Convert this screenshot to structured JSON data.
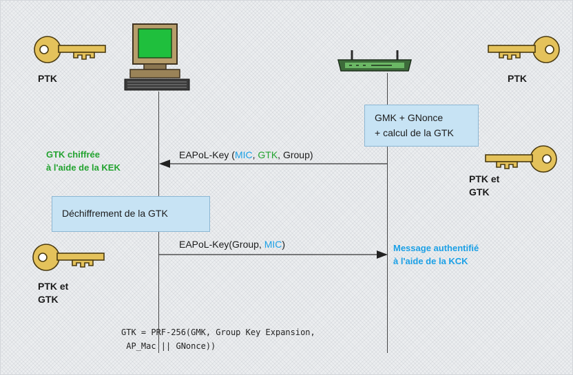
{
  "colors": {
    "green": "#22a32f",
    "blue": "#1ba0e6",
    "box_fill": "#c7e3f4",
    "key_fill": "#e4c25b"
  },
  "icons": {
    "left_key_top": "key-icon",
    "right_key_top": "key-icon",
    "right_key_mid": "key-icon",
    "left_key_bottom": "key-icon",
    "client": "computer-icon",
    "access_point": "access-point-icon"
  },
  "labels": {
    "ptk_left": "PTK",
    "ptk_right": "PTK",
    "ptk_gtk_right_1": "PTK et",
    "ptk_gtk_right_2": "GTK",
    "ptk_gtk_left_1": "PTK et",
    "ptk_gtk_left_2": "GTK",
    "gtk_chiffree_1": "GTK chiffrée",
    "gtk_chiffree_2": "à l'aide de la KEK",
    "msg_auth_1": "Message authentifié",
    "msg_auth_2": "à l'aide de la KCK"
  },
  "boxes": {
    "gmk_line1": "GMK + GNonce",
    "gmk_line2": "+ calcul de la GTK",
    "dechiffrement": "Déchiffrement de la GTK"
  },
  "messages": {
    "m1": {
      "prefix": "EAPoL-Key (",
      "mic": "MIC",
      "sep1": ", ",
      "gtk": "GTK",
      "rest": ", Group)"
    },
    "m2": {
      "prefix": "EAPoL-Key(Group, ",
      "mic": "MIC",
      "rest": ")"
    }
  },
  "formula": {
    "line1": "GTK = PRF-256(GMK, Group Key Expansion,",
    "line2": " AP_Mac || GNonce))"
  }
}
